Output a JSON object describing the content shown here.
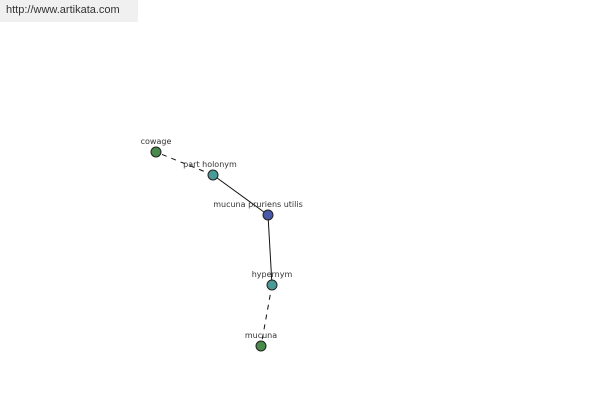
{
  "site": {
    "url": "http://www.artikata.com"
  },
  "graph": {
    "center": {
      "label": "mucuna pruriens utilis",
      "color": "#4a5aa8"
    },
    "relations": [
      {
        "label": "part holonym",
        "color": "#4a9a98",
        "target": {
          "label": "cowage",
          "color": "#4a8a4a"
        }
      },
      {
        "label": "hypernym",
        "color": "#4a9a98",
        "target": {
          "label": "mucuna",
          "color": "#4a8a4a"
        }
      }
    ]
  }
}
